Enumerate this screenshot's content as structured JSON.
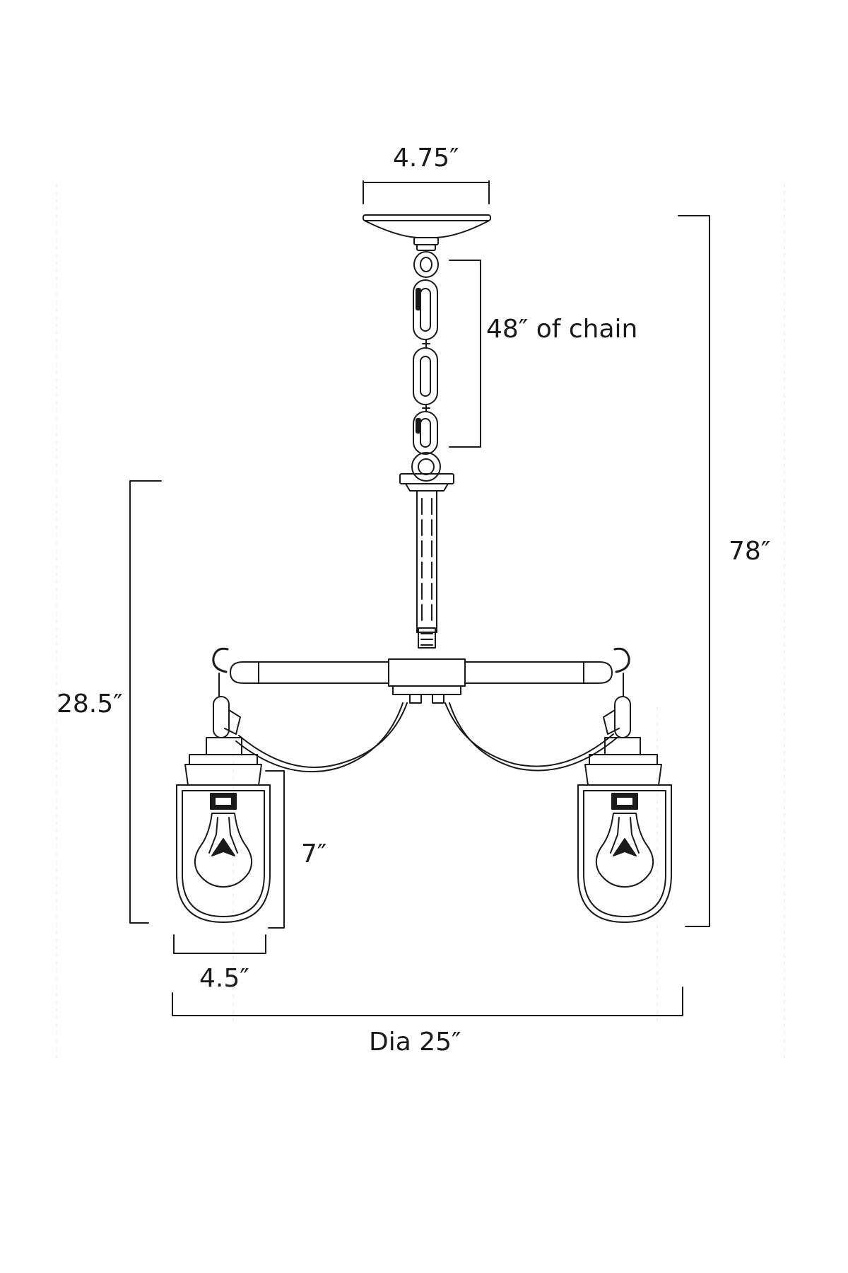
{
  "dimensions": {
    "canopy_width": "4.75″",
    "chain_length": "48″  of chain",
    "overall_height": "78″",
    "body_height": "28.5″",
    "shade_height": "7″",
    "shade_width": "4.5″",
    "diameter": "Dia 25″"
  },
  "colors": {
    "line": "#1a1a1a",
    "background": "#ffffff"
  }
}
